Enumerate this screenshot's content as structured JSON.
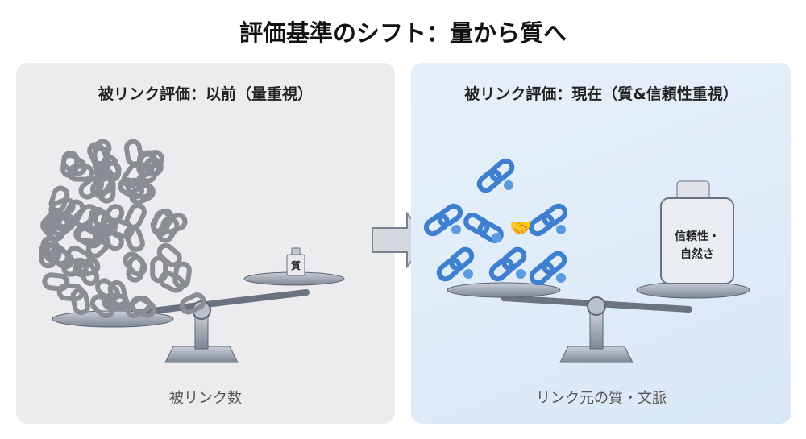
{
  "title": "評価基準のシフト：量から質へ",
  "left_panel": {
    "heading": "被リンク評価：以前（量重視）",
    "caption": "被リンク数",
    "weight_label": "質"
  },
  "right_panel": {
    "heading": "被リンク評価：現在（質&信頼性重視）",
    "caption": "リンク元の質・文脈",
    "weight_label_line1": "信頼性・",
    "weight_label_line2": "自然さ"
  },
  "colors": {
    "left_bg": "#ececef",
    "right_bg": "#e0ecf8",
    "chain_gray": "#8a8d94",
    "chain_blue": "#3f7fcf"
  }
}
